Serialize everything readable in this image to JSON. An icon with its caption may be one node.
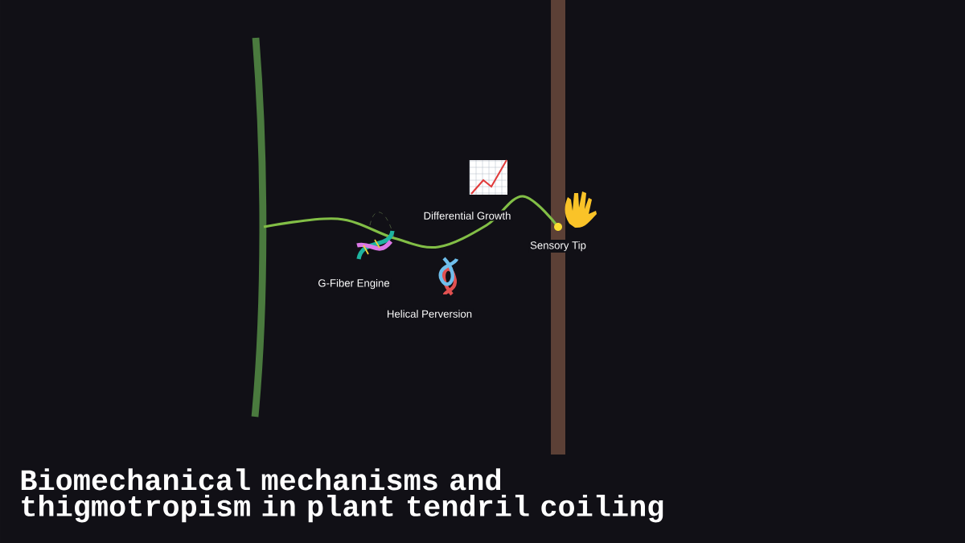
{
  "diagram": {
    "title": "Biomechanical mechanisms and thigmotropism in plant tendril coiling",
    "nodes": [
      {
        "text": [
          "G-Fiber Engine"
        ]
      },
      {
        "text": [
          "Differential Growth"
        ]
      },
      {
        "text": [
          "Helical Perversion"
        ]
      },
      {
        "text": [
          "Sensory Tip"
        ]
      }
    ]
  }
}
